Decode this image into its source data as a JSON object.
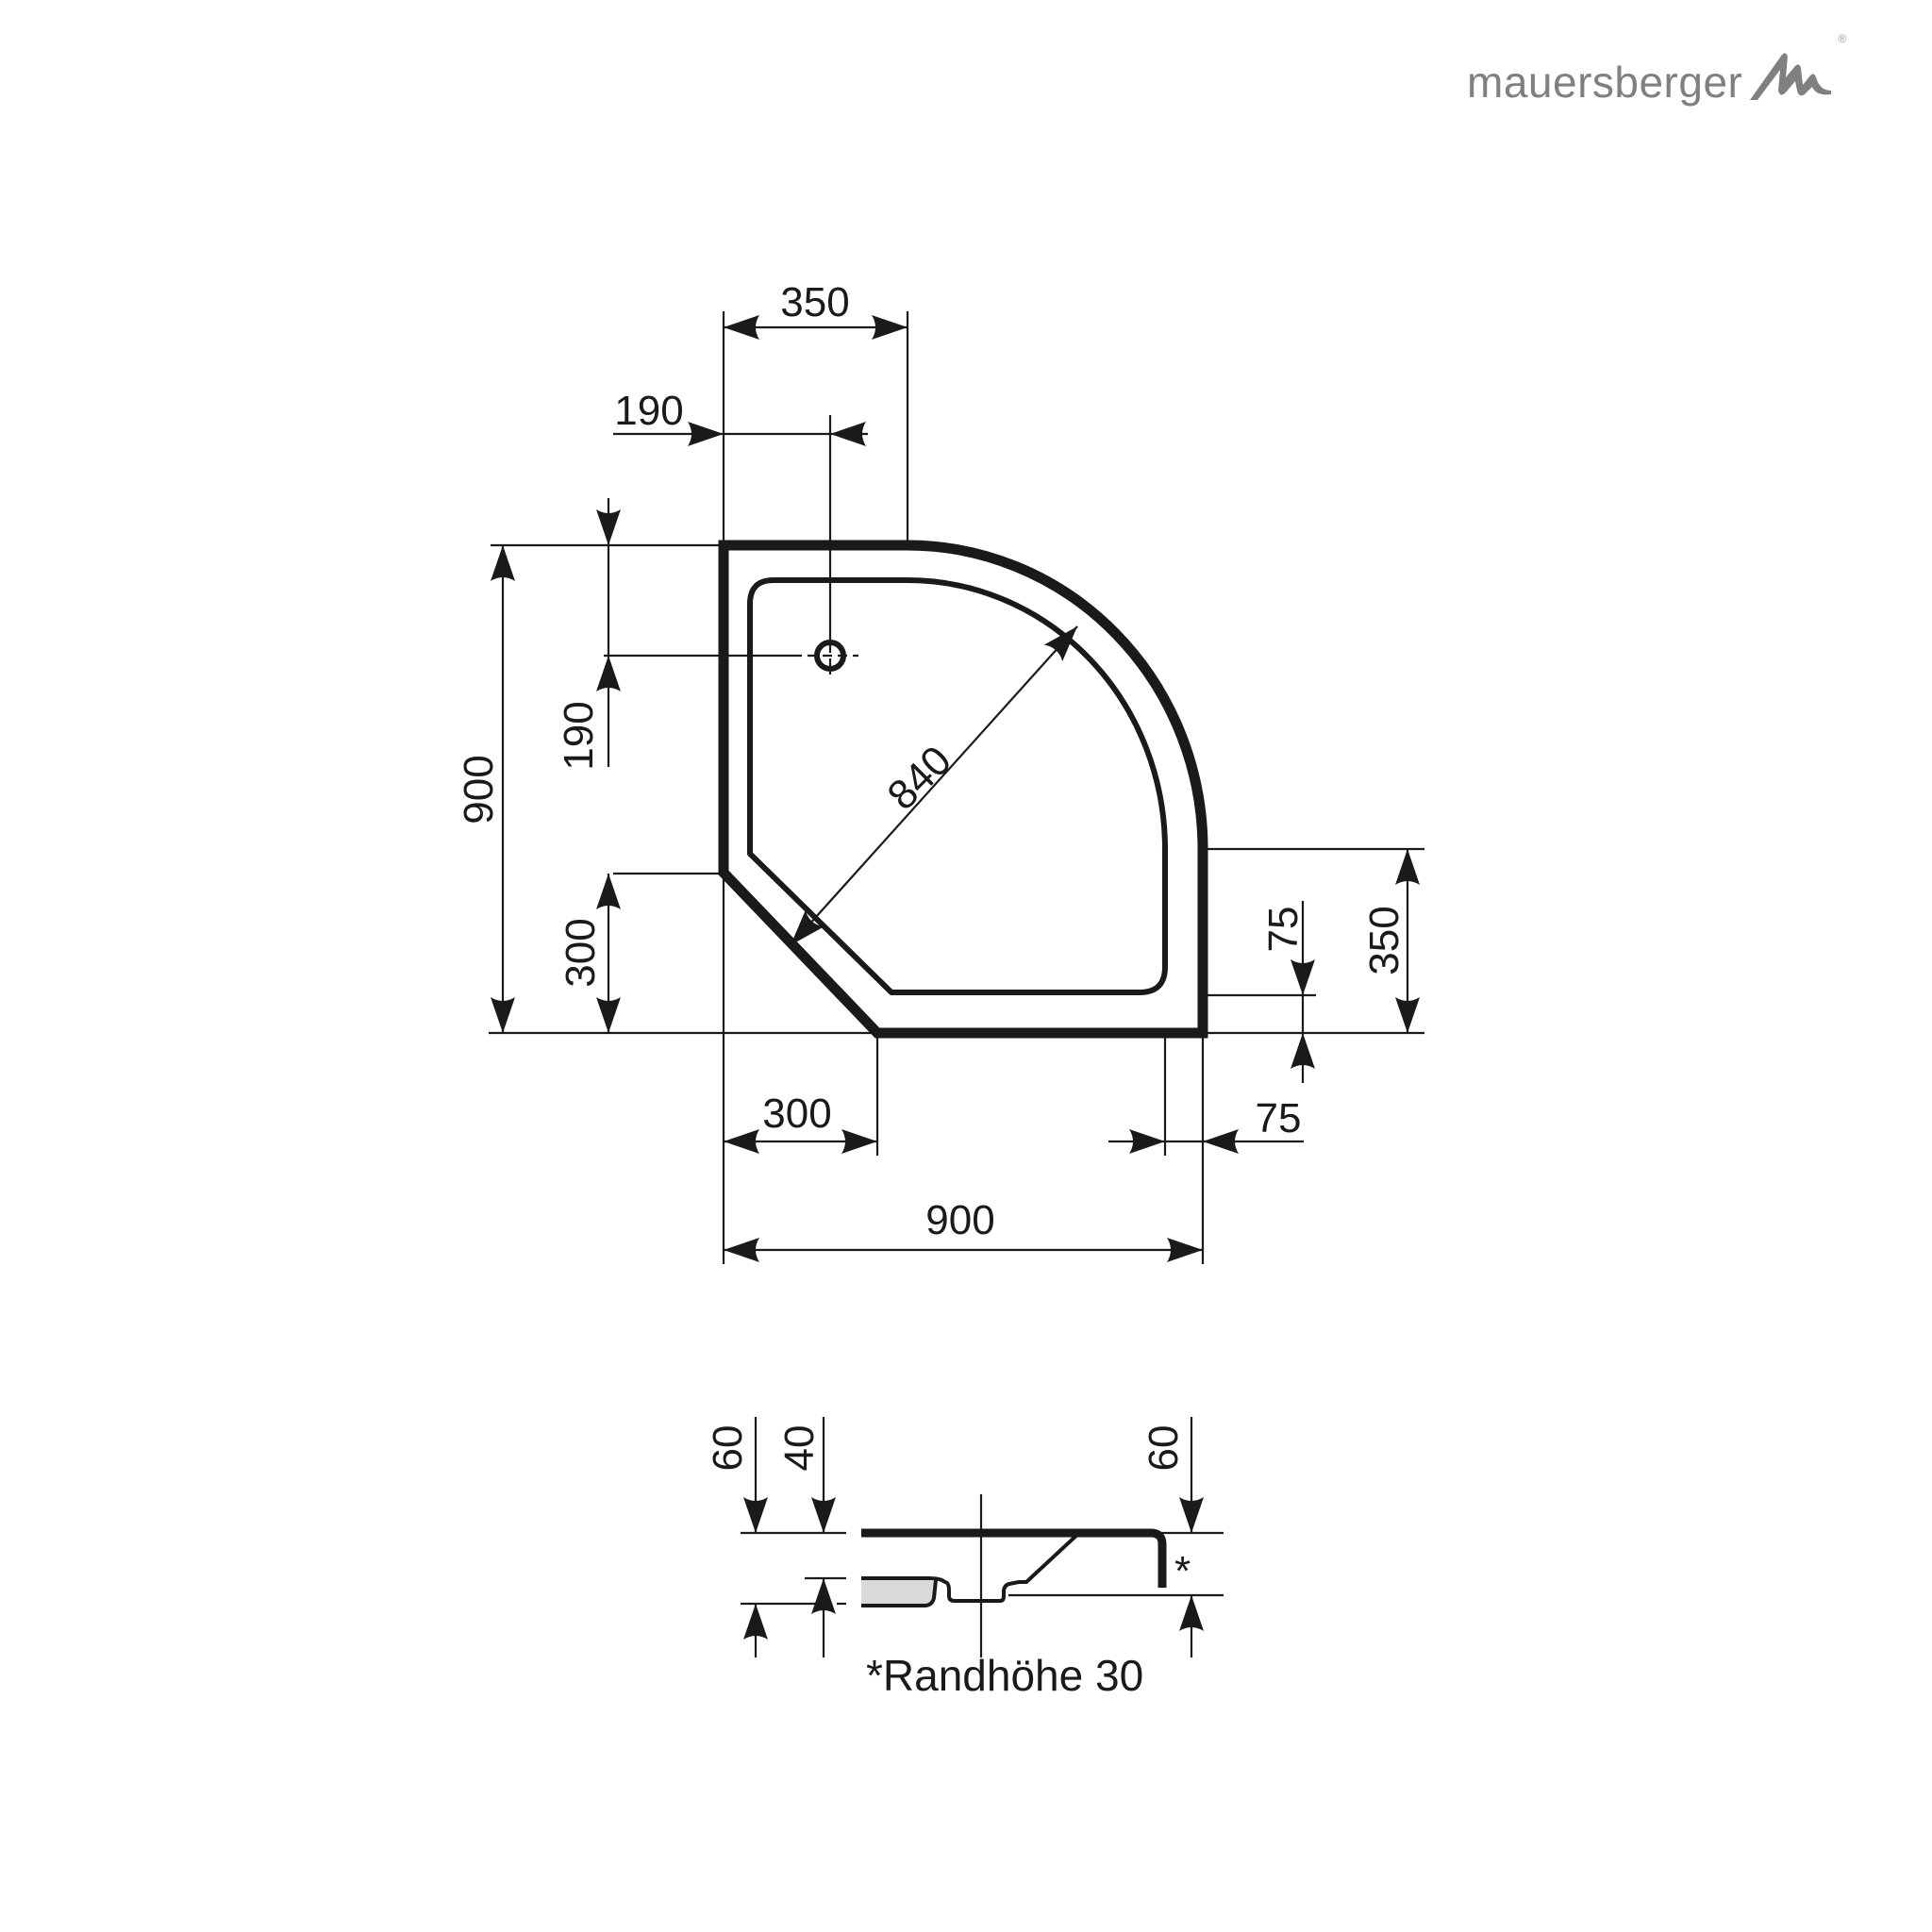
{
  "brand": {
    "name": "mauersberger",
    "registered_mark": "®",
    "text_color": "#808080"
  },
  "plan_view": {
    "shape": "quarter-circle shower tray with chamfered corner",
    "dimensions": {
      "top_width_straight": "350",
      "drain_offset_x": "190",
      "drain_offset_y": "190",
      "total_height": "900",
      "chamfer_height": "300",
      "chamfer_width": "300",
      "total_width": "900",
      "diagonal": "840",
      "right_straight": "350",
      "rim_right": "75",
      "rim_bottom": "75"
    }
  },
  "section_view": {
    "dimensions": {
      "left_total": "60",
      "left_drain": "40",
      "right_total": "60"
    },
    "rim_marker": "*",
    "note": "*Randhöhe 30",
    "fill_color": "#d9d9d9"
  },
  "colors": {
    "line": "#1a1a1a",
    "background": "#ffffff"
  }
}
